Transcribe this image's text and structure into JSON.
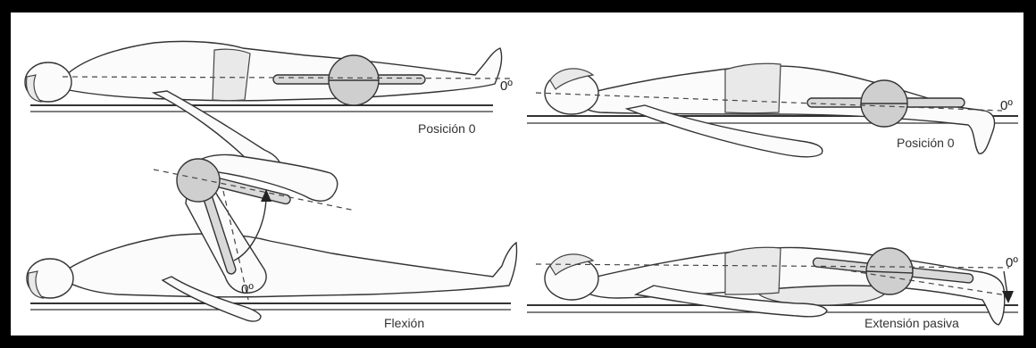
{
  "figures": [
    {
      "id": "supine-position-zero",
      "label": "Posición 0",
      "angle": "0º"
    },
    {
      "id": "prone-position-zero",
      "label": "Posición 0",
      "angle": "0º"
    },
    {
      "id": "supine-flexion",
      "label": "Flexión",
      "angle": "0º"
    },
    {
      "id": "prone-passive-extension",
      "label": "Extensión pasiva",
      "angle": "0º"
    }
  ]
}
